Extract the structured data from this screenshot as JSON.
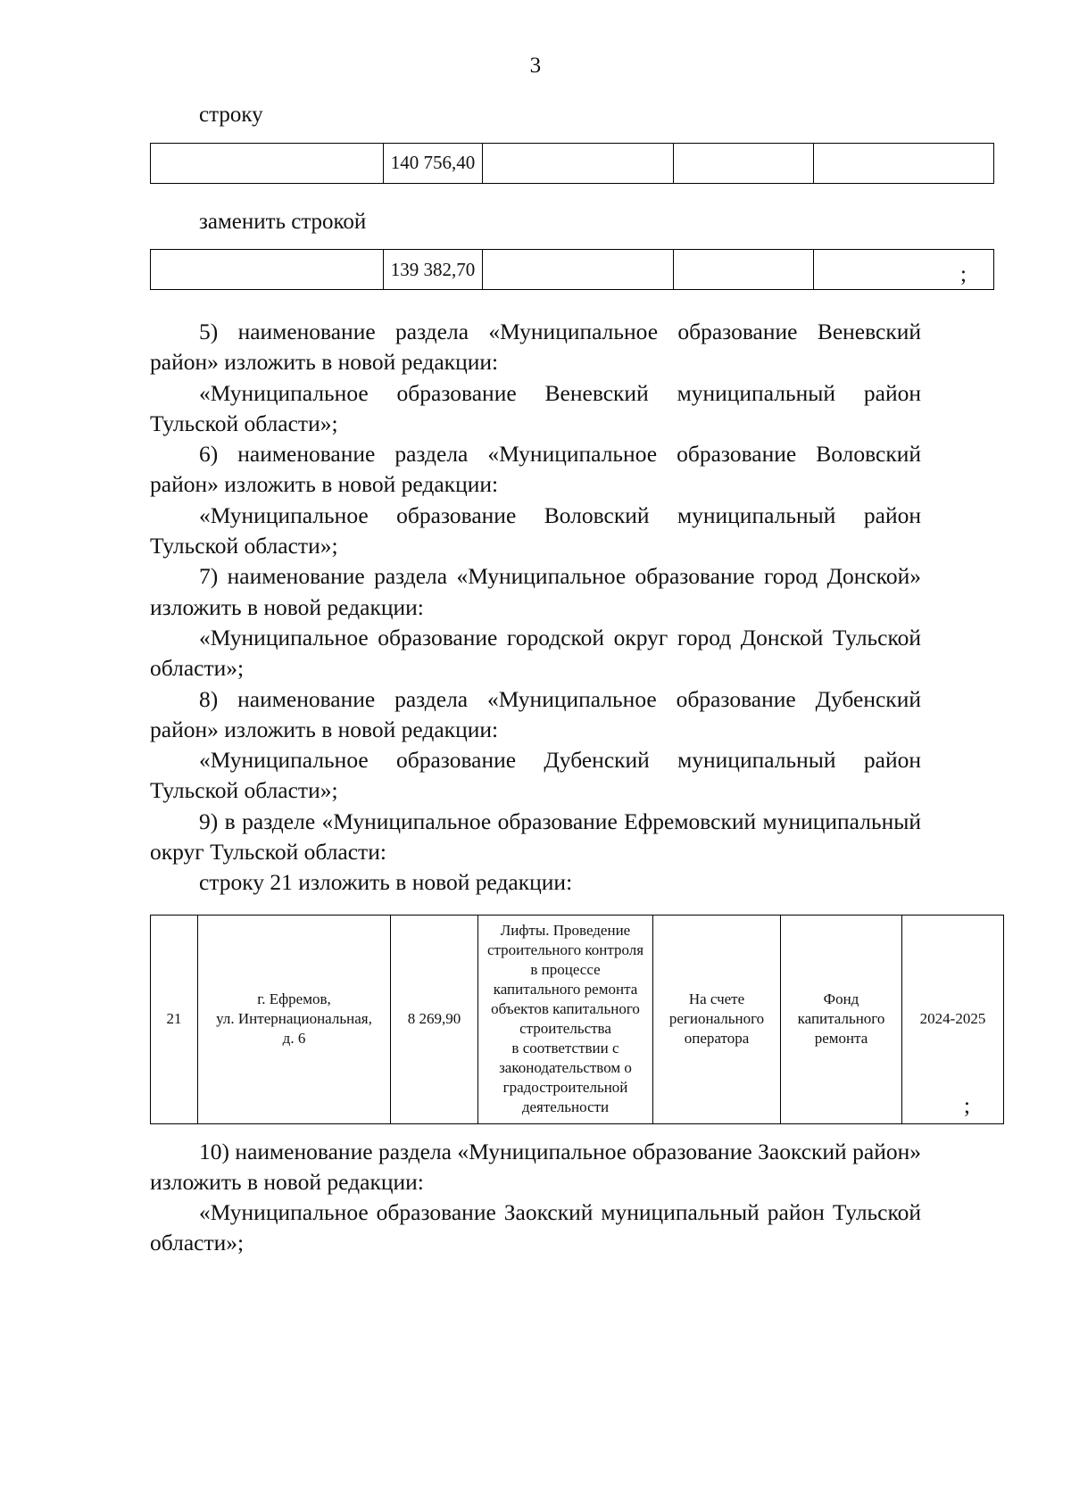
{
  "document": {
    "page_number": "3",
    "language": "ru"
  },
  "section_replace": {
    "lead_before_label": "строку",
    "before_table": {
      "cells": [
        "",
        "140 756,40",
        "",
        "",
        ""
      ]
    },
    "lead_after_label": "заменить строкой",
    "after_table": {
      "cells": [
        "",
        "139 382,70",
        "",
        "",
        ""
      ]
    },
    "after_table_trailing": ";"
  },
  "paragraphs": [
    {
      "id": "item-5",
      "text": "5) наименование раздела «Муниципальное образование Веневский район» изложить в новой редакции:"
    },
    {
      "id": "item-5-quote",
      "text": "«Муниципальное образование Веневский муниципальный район Тульской области»;"
    },
    {
      "id": "item-6",
      "text": "6) наименование раздела «Муниципальное образование Воловский район» изложить в новой редакции:"
    },
    {
      "id": "item-6-quote",
      "text": "«Муниципальное образование Воловский муниципальный район Тульской области»;"
    },
    {
      "id": "item-7",
      "text": "7) наименование раздела «Муниципальное образование город Донской» изложить в новой редакции:"
    },
    {
      "id": "item-7-quote",
      "text": "«Муниципальное образование городской округ город Донской Тульской области»;"
    },
    {
      "id": "item-8",
      "text": "8) наименование раздела «Муниципальное образование Дубенский район» изложить в новой редакции:"
    },
    {
      "id": "item-8-quote",
      "text": "«Муниципальное образование Дубенский муниципальный район Тульской области»;"
    },
    {
      "id": "item-9",
      "text": "9) в разделе «Муниципальное образование Ефремовский муниципальный округ Тульской области:"
    },
    {
      "id": "item-9-sub",
      "text": "строку 21 изложить в новой редакции:"
    }
  ],
  "row21_table": {
    "cells": {
      "number": "21",
      "address_line1": "г. Ефремов,",
      "address_line2": "ул. Интернациональная,",
      "address_line3": "д. 6",
      "amount": "8 269,90",
      "description_lines": [
        "Лифты. Проведение",
        "строительного контроля",
        "в процессе",
        "капитального ремонта",
        "объектов капитального",
        "строительства",
        "в соответствии с",
        "законодательством о",
        "градостроительной",
        "деятельности"
      ],
      "account_lines": [
        "На счете",
        "регионального",
        "оператора"
      ],
      "fund_lines": [
        "Фонд",
        "капитального",
        "ремонта"
      ],
      "years": "2024-2025"
    },
    "trailing": ";"
  },
  "paragraphs_after": [
    {
      "id": "item-10",
      "text": "10) наименование раздела «Муниципальное образование Заокский район» изложить в новой редакции:"
    },
    {
      "id": "item-10-quote",
      "text": "«Муниципальное образование Заокский муниципальный район Тульской области»;"
    }
  ]
}
